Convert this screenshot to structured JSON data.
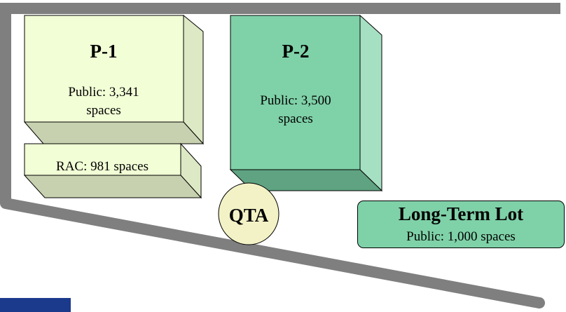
{
  "diagram": {
    "p1": {
      "title": "P-1",
      "line1": "Public: 3,341",
      "line2": "spaces"
    },
    "rac": {
      "label": "RAC: 981 spaces"
    },
    "p2": {
      "title": "P-2",
      "line1": "Public: 3,500",
      "line2": "spaces"
    },
    "qta": {
      "label": "QTA"
    },
    "long_term_lot": {
      "title": "Long-Term Lot",
      "subtitle": "Public: 1,000 spaces"
    }
  },
  "colors": {
    "road": "#7f7f7f",
    "p1_face": "#f2ffd6",
    "p1_side": "#dde8c4",
    "p1_bottom": "#c7d1b0",
    "p2_face": "#7fd1a8",
    "p2_side": "#a6e0c2",
    "p2_bottom": "#5fa382",
    "qta_fill": "#f2f2c6",
    "long_term_fill": "#7fd1a8",
    "legend_swatch": "#1c3a8c",
    "outline": "#000000"
  }
}
